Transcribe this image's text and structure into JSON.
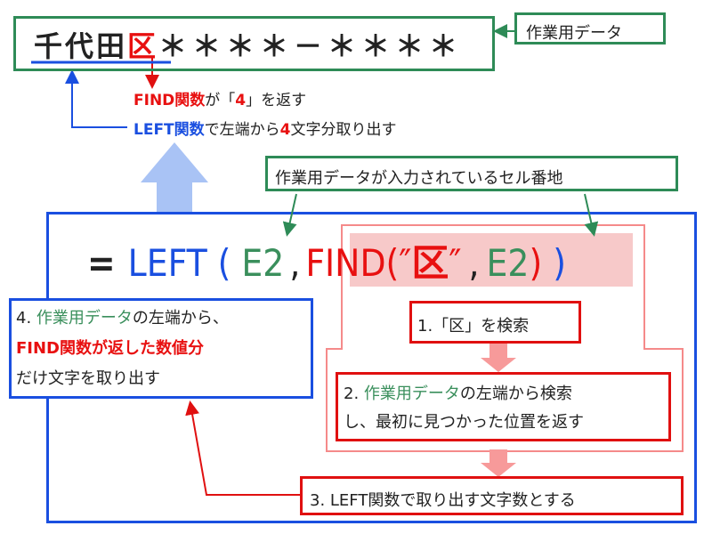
{
  "colors": {
    "green": "#2e8b57",
    "blue": "#1a4fe0",
    "red": "#e01010",
    "pink": "#f7c9c9",
    "light_blue": "#a9c3f5"
  },
  "sample": {
    "prefix": "千代田",
    "marker": "区",
    "rest": "＊＊＊＊－＊＊＊＊"
  },
  "labels": {
    "work_data": "作業用データ",
    "cell_address": "作業用データが入力されているセル番地"
  },
  "explain": {
    "find_line": [
      "FIND関数",
      "が「",
      "4",
      "」を返す"
    ],
    "left_line": [
      "LEFT関数",
      "で左端から",
      "4",
      "文字分取り出す"
    ]
  },
  "formula": {
    "eq": "=",
    "left": "LEFT",
    "open": "(",
    "arg1": "E2",
    "comma": ",",
    "find": "FIND(",
    "quote_open": "″",
    "marker": "区",
    "quote_close": "″",
    "comma2": ",",
    "arg2": "E2",
    "find_close": ")",
    "close": ")"
  },
  "steps": {
    "step1": "1.「区」を検索",
    "step2": [
      "2. ",
      "作業用データ",
      "の左端から検索",
      "し、最初に見つかった位置を返す"
    ],
    "step3": "3. LEFT関数で取り出す文字数とする",
    "step4": [
      "4. ",
      "作業用データ",
      "の左端から、",
      "FIND関数が返した数値分",
      "だけ文字を取り出す"
    ]
  }
}
